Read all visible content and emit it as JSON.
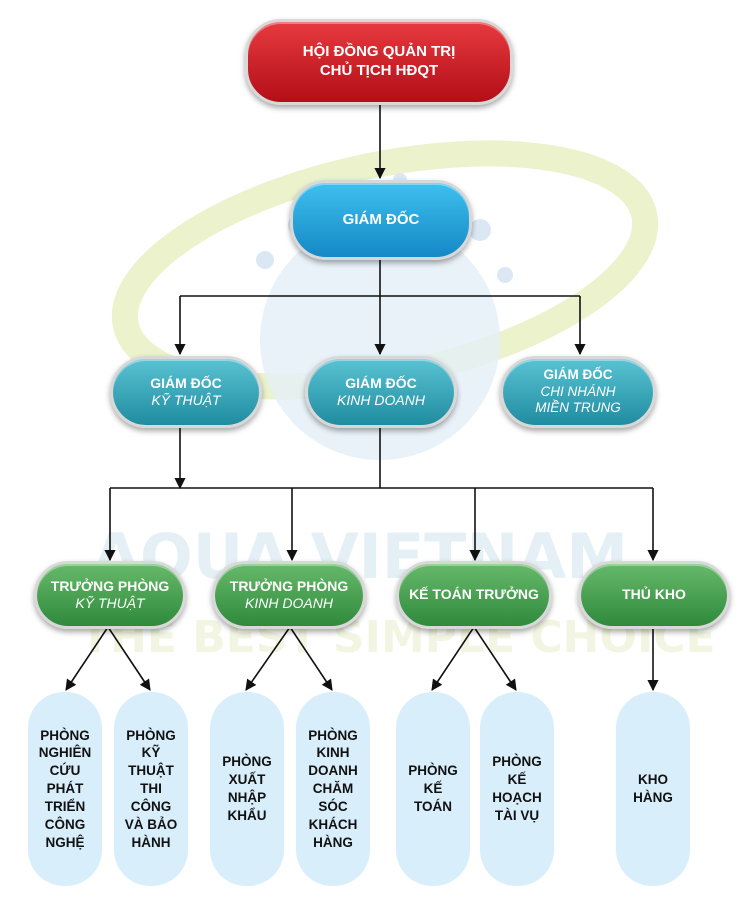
{
  "board": {
    "line1": "HỘI ĐỒNG QUẢN TRỊ",
    "line2": "CHỦ TỊCH HĐQT"
  },
  "director": {
    "title": "GIÁM ĐỐC"
  },
  "deputies": [
    {
      "line1": "GIÁM ĐỐC",
      "line2": "KỸ THUẬT"
    },
    {
      "line1": "GIÁM ĐỐC",
      "line2": "KINH DOANH"
    },
    {
      "line1": "GIÁM ĐỐC",
      "line2": "CHI NHÁNH",
      "line3": "MIỀN TRUNG"
    }
  ],
  "managers": [
    {
      "line1": "TRƯỞNG PHÒNG",
      "line2": "KỸ THUẬT"
    },
    {
      "line1": "TRƯỞNG PHÒNG",
      "line2": "KINH DOANH"
    },
    {
      "line1": "KẾ TOÁN TRƯỞNG"
    },
    {
      "line1": "THỦ KHO"
    }
  ],
  "departments": [
    {
      "lines": [
        "PHÒNG",
        "NGHIÊN",
        "CỨU",
        "PHÁT",
        "TRIỂN",
        "CÔNG",
        "NGHỆ"
      ]
    },
    {
      "lines": [
        "PHÒNG",
        "KỸ",
        "THUẬT",
        "THI",
        "CÔNG",
        "VÀ BẢO",
        "HÀNH"
      ]
    },
    {
      "lines": [
        "PHÒNG",
        "XUẤT",
        "NHẬP",
        "KHẨU"
      ]
    },
    {
      "lines": [
        "PHÒNG",
        "KINH",
        "DOANH",
        "CHĂM",
        "SÓC",
        "KHÁCH",
        "HÀNG"
      ]
    },
    {
      "lines": [
        "PHÒNG",
        "KẾ",
        "TOÁN"
      ]
    },
    {
      "lines": [
        "PHÒNG",
        "KẾ",
        "HOẠCH",
        "TÀI VỤ"
      ]
    },
    {
      "lines": [
        "KHO",
        "HÀNG"
      ]
    }
  ],
  "watermark": {
    "brand": "AQUA VIETNAM",
    "slogan": "THE BEST SIMPLE CHOICE"
  },
  "colors": {
    "board": "#c8141d",
    "director": "#1f9fd8",
    "deputy": "#2ea3b6",
    "manager": "#3d9a4a",
    "department": "#d9eefb",
    "connector": "#111111"
  }
}
